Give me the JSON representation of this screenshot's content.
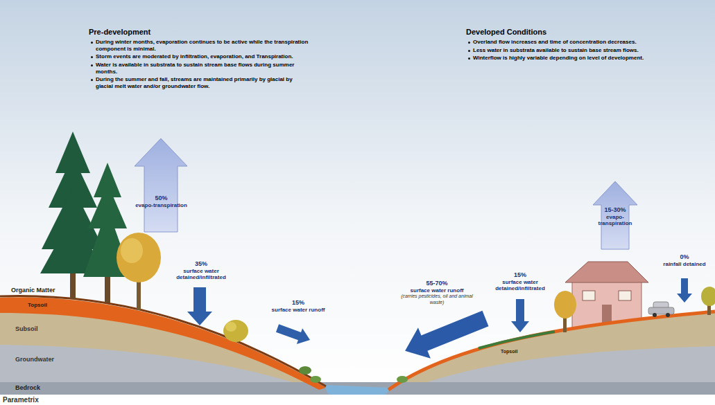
{
  "diagram": {
    "labels": [
      "Pre-development",
      "During winter months, evaporation continues to be active while the transpiration component is minimal.",
      "Storm events are moderated by infiltration, evaporation, and Transpiration.",
      "Water is available in substrata to sustain stream base flows during summer months.",
      "During the summer and fall, streams are maintained primarily by glacial by glacial melt water and/or groundwater flow.",
      "Developed Conditions",
      "Overland flow increases and time of concentration decreases.",
      "Less water in substrata available to sustain base stream flows.",
      "Winterflow is highly variable depending on level of development.",
      "50%",
      "evapo-transpiration",
      "35%",
      "surface water detained/infiltrated",
      "15%",
      "surface water runoff",
      "55-70%",
      "surface water runoff",
      "(carries pesticides, oil and animal waste)",
      "15%",
      "surface water detained/infiltrated",
      "15-30%",
      "evapo-transpiration",
      "0%",
      "rainfall detained",
      "Organic Matter",
      "Topsoil",
      "Subsoil",
      "Groundwater",
      "Bedrock",
      "Topsoil",
      "Parametrix"
    ]
  }
}
